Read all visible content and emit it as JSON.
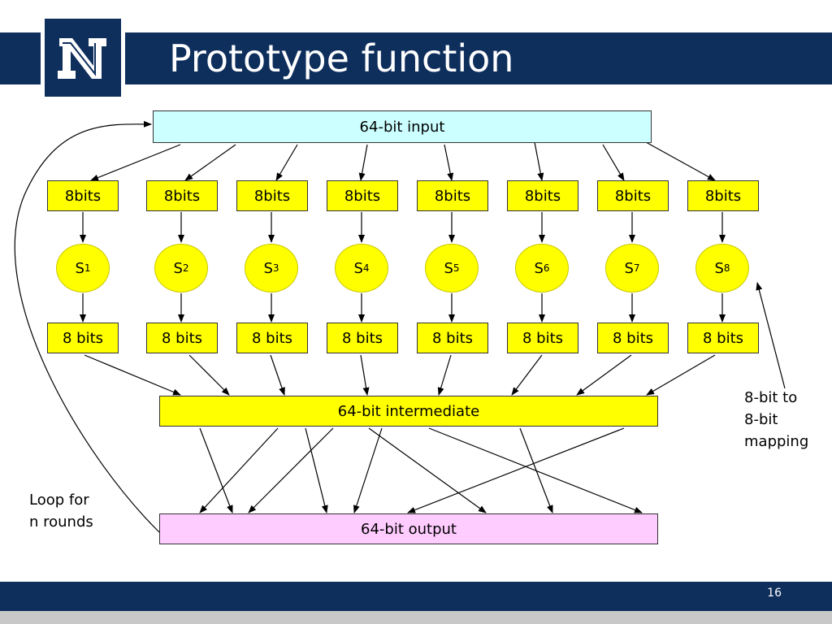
{
  "slide": {
    "title": "Prototype function",
    "page_number": "16"
  },
  "colors": {
    "header": "#0e2e5c",
    "input_fill": "#ccffff",
    "box_fill": "#ffff00",
    "output_fill": "#ffccff"
  },
  "diagram": {
    "input_label": "64-bit input",
    "split_labels": [
      "8bits",
      "8bits",
      "8bits",
      "8bits",
      "8bits",
      "8bits",
      "8bits",
      "8bits"
    ],
    "sboxes": [
      {
        "letter": "S",
        "index": "1"
      },
      {
        "letter": "S",
        "index": "2"
      },
      {
        "letter": "S",
        "index": "3"
      },
      {
        "letter": "S",
        "index": "4"
      },
      {
        "letter": "S",
        "index": "5"
      },
      {
        "letter": "S",
        "index": "6"
      },
      {
        "letter": "S",
        "index": "7"
      },
      {
        "letter": "S",
        "index": "8"
      }
    ],
    "sbox_out_labels": [
      "8 bits",
      "8 bits",
      "8 bits",
      "8 bits",
      "8 bits",
      "8 bits",
      "8 bits",
      "8 bits"
    ],
    "intermediate_label": "64-bit intermediate",
    "output_label": "64-bit output",
    "loop_note": [
      "Loop for",
      "n rounds"
    ],
    "mapping_note": [
      "8-bit to",
      "8-bit",
      "mapping"
    ]
  }
}
